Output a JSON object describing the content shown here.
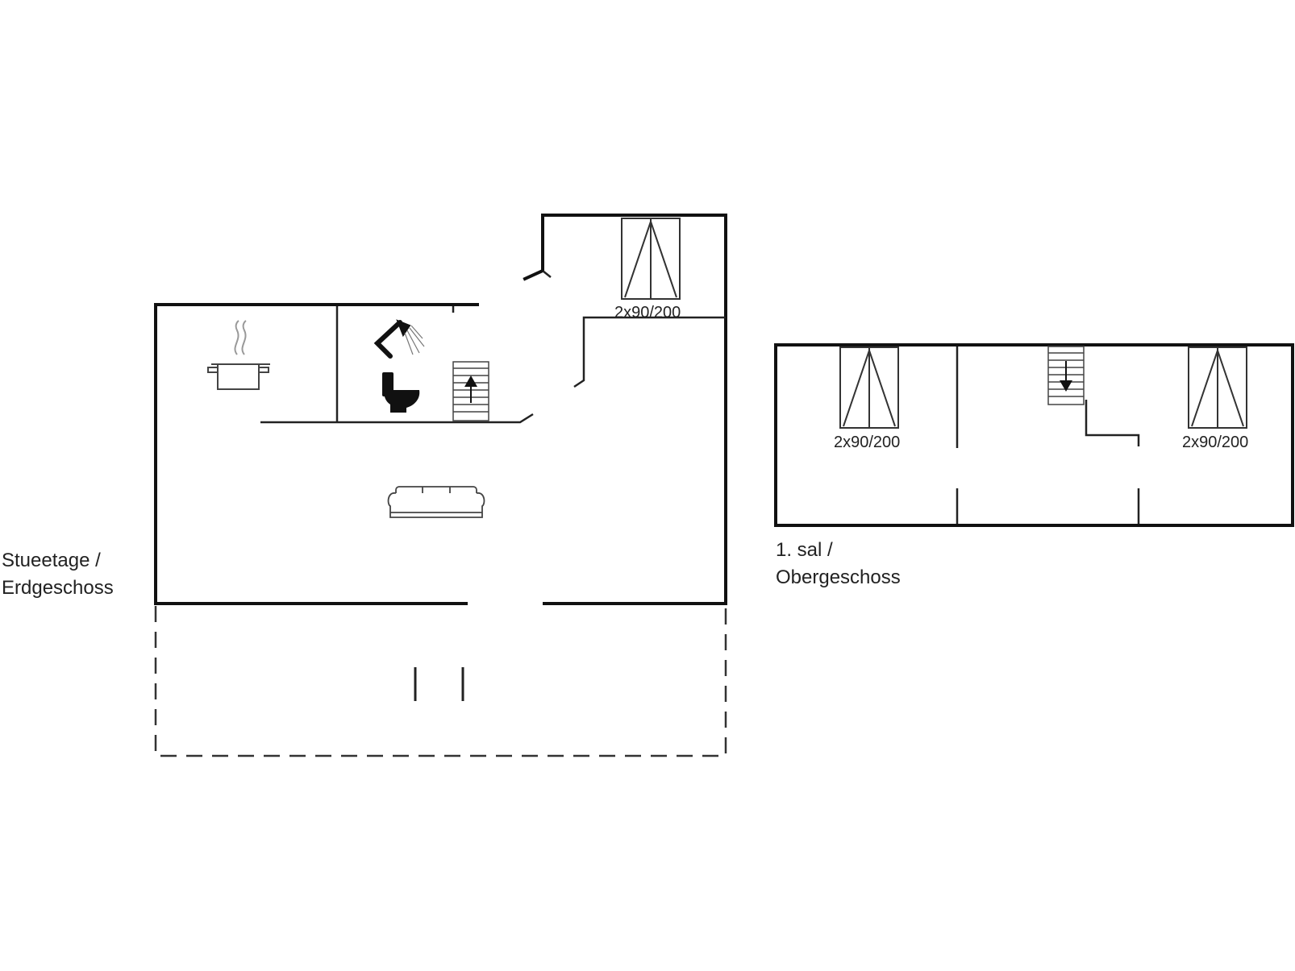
{
  "floor_ground": {
    "label_line1": "Stueetage /",
    "label_line2": "Erdgeschoss",
    "bed_label": "2x90/200",
    "icons": [
      "cooking-pot-icon",
      "shower-icon",
      "toilet-icon",
      "stairs-up-icon",
      "sofa-icon",
      "double-bed-icon"
    ]
  },
  "floor_upper": {
    "label_line1": "1. sal /",
    "label_line2": "Obergeschoss",
    "bed_left_label": "2x90/200",
    "bed_right_label": "2x90/200",
    "icons": [
      "stairs-down-icon",
      "double-bed-icon",
      "double-bed-icon"
    ]
  },
  "colors": {
    "wall": "#111111",
    "fixture": "#444444",
    "text": "#222222"
  }
}
